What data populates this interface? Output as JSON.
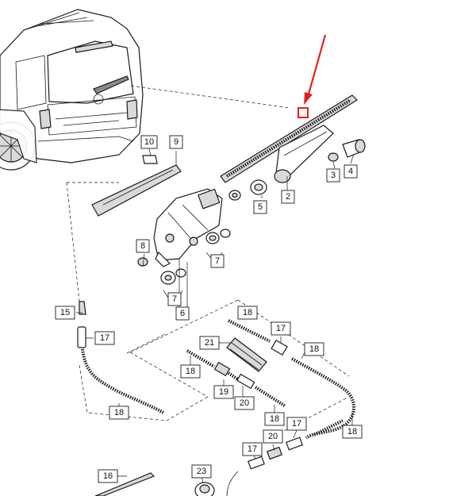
{
  "diagram": {
    "callouts": [
      {
        "id": "c1",
        "label": "10"
      },
      {
        "id": "c2",
        "label": "9"
      },
      {
        "id": "c3",
        "label": "2"
      },
      {
        "id": "c4",
        "label": "3"
      },
      {
        "id": "c5",
        "label": "4"
      },
      {
        "id": "c6",
        "label": "5"
      },
      {
        "id": "c7",
        "label": "8"
      },
      {
        "id": "c8",
        "label": "7"
      },
      {
        "id": "c9",
        "label": "7"
      },
      {
        "id": "c10",
        "label": "6"
      },
      {
        "id": "c11",
        "label": "15"
      },
      {
        "id": "c12",
        "label": "17"
      },
      {
        "id": "c13",
        "label": "18"
      },
      {
        "id": "c14",
        "label": "18"
      },
      {
        "id": "c15",
        "label": "17"
      },
      {
        "id": "c16",
        "label": "21"
      },
      {
        "id": "c17",
        "label": "18"
      },
      {
        "id": "c18",
        "label": "18"
      },
      {
        "id": "c19",
        "label": "19"
      },
      {
        "id": "c20",
        "label": "20"
      },
      {
        "id": "c21",
        "label": "18"
      },
      {
        "id": "c22",
        "label": "17"
      },
      {
        "id": "c23",
        "label": "20"
      },
      {
        "id": "c24",
        "label": "18"
      },
      {
        "id": "c25",
        "label": "17"
      },
      {
        "id": "c26",
        "label": "16"
      },
      {
        "id": "c27",
        "label": "23"
      }
    ],
    "highlight_color": "#e02020",
    "line_color": "#1a1a1a"
  }
}
